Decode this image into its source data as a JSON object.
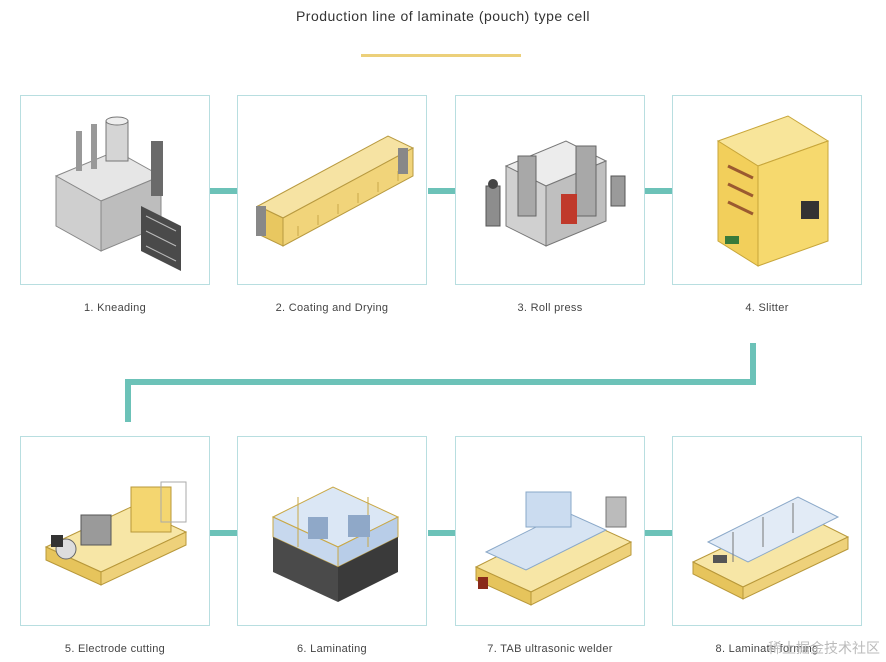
{
  "title": "Production line of laminate (pouch) type cell",
  "steps": [
    {
      "label": "1. Kneading",
      "icon": "kneading-machine-icon"
    },
    {
      "label": "2. Coating and Drying",
      "icon": "coating-dryer-icon"
    },
    {
      "label": "3. Roll press",
      "icon": "roll-press-icon"
    },
    {
      "label": "4. Slitter",
      "icon": "slitter-machine-icon"
    },
    {
      "label": "5. Electrode cutting",
      "icon": "electrode-cutter-icon"
    },
    {
      "label": "6. Laminating",
      "icon": "laminating-machine-icon"
    },
    {
      "label": "7. TAB ultrasonic welder",
      "icon": "ultrasonic-welder-icon"
    },
    {
      "label": "8. Laminate forming",
      "icon": "laminate-forming-icon"
    }
  ],
  "colors": {
    "connector": "#6cc2b8",
    "accent": "#ecd07a",
    "card_border": "#b8dee0"
  },
  "watermark": "稀土掘金技术社区"
}
